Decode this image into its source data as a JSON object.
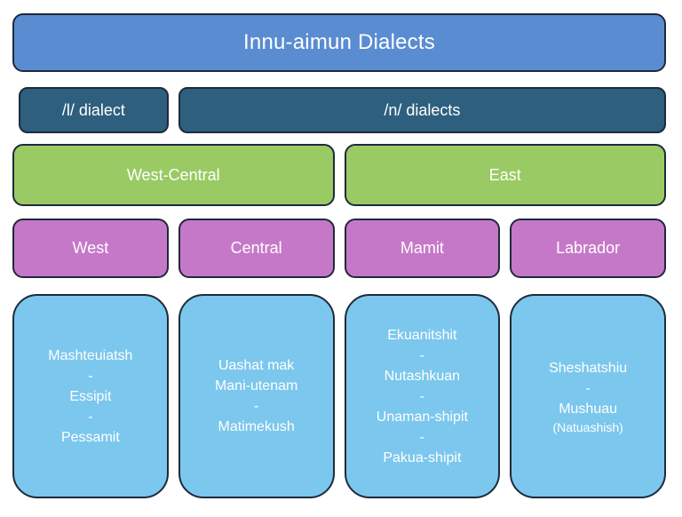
{
  "title": "Innu-aimun Dialects",
  "phoneme_groups": [
    {
      "label": "/l/ dialect"
    },
    {
      "label": "/n/ dialects"
    }
  ],
  "branches": [
    {
      "label": "West-Central"
    },
    {
      "label": "East"
    }
  ],
  "subdialects": [
    {
      "label": "West"
    },
    {
      "label": "Central"
    },
    {
      "label": "Mamit"
    },
    {
      "label": "Labrador"
    }
  ],
  "communities": [
    {
      "lines": [
        "Mashteuiatsh",
        "-",
        "Essipit",
        "-",
        "Pessamit"
      ]
    },
    {
      "lines": [
        "Uashat mak",
        "Mani-utenam",
        "-",
        "Matimekush"
      ]
    },
    {
      "lines": [
        "Ekuanitshit",
        "-",
        "Nutashkuan",
        "-",
        "Unaman-shipit",
        "-",
        "Pakua-shipit"
      ]
    },
    {
      "lines": [
        "Sheshatshiu",
        "-",
        "Mushuau",
        "(Natuashish)"
      ]
    }
  ],
  "colors": {
    "title-fill": "#5a8cd2",
    "level2-fill": "#2e5f7e",
    "level3-fill": "#9aca63",
    "level4-fill": "#c678c8",
    "community-fill": "#7cc7ed",
    "border": "#1e2a3a",
    "text": "#ffffff"
  }
}
